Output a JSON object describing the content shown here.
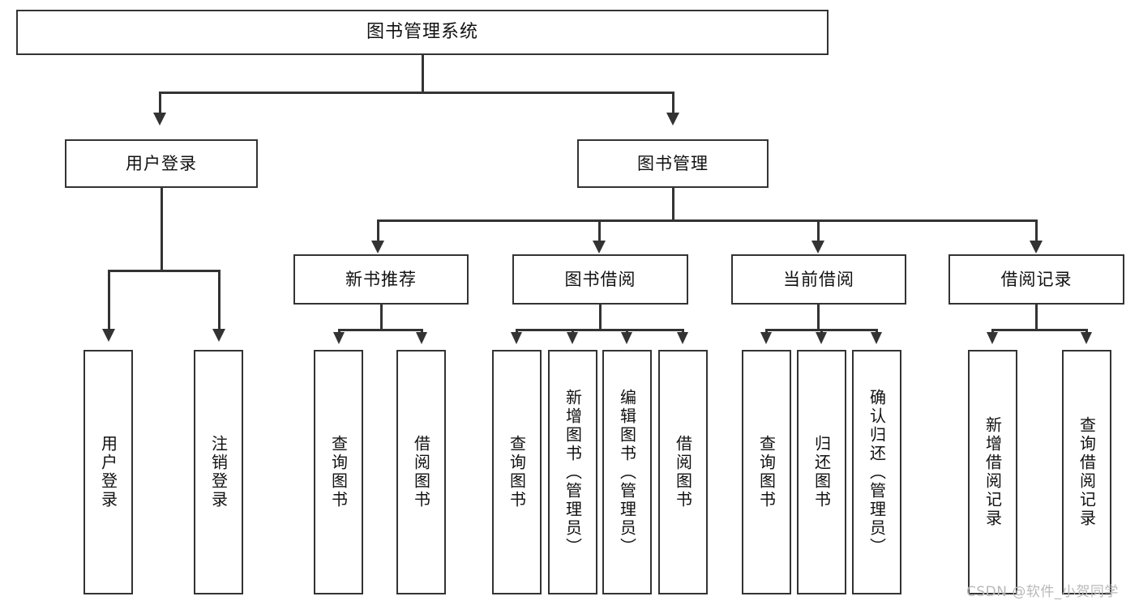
{
  "diagram": {
    "type": "tree",
    "title": "图书管理系统",
    "root": {
      "label": "图书管理系统"
    },
    "level2": [
      {
        "id": "user-login",
        "label": "用户登录"
      },
      {
        "id": "book-manage",
        "label": "图书管理"
      }
    ],
    "level3": [
      {
        "id": "new-book-recommend",
        "label": "新书推荐",
        "parent": "book-manage"
      },
      {
        "id": "book-borrow",
        "label": "图书借阅",
        "parent": "book-manage"
      },
      {
        "id": "current-borrow",
        "label": "当前借阅",
        "parent": "book-manage"
      },
      {
        "id": "borrow-record",
        "label": "借阅记录",
        "parent": "book-manage"
      }
    ],
    "leaves": {
      "user_login": [
        {
          "id": "leaf-user-login",
          "label": "用户登录"
        },
        {
          "id": "leaf-logout-login",
          "label": "注销登录"
        }
      ],
      "new_book_recommend": [
        {
          "id": "leaf-query-book-1",
          "label": "查询图书"
        },
        {
          "id": "leaf-borrow-book-1",
          "label": "借阅图书"
        }
      ],
      "book_borrow": [
        {
          "id": "leaf-query-book-2",
          "label": "查询图书"
        },
        {
          "id": "leaf-add-book",
          "label": "新增图书（管理员）"
        },
        {
          "id": "leaf-edit-book",
          "label": "编辑图书（管理员）"
        },
        {
          "id": "leaf-borrow-book-2",
          "label": "借阅图书"
        }
      ],
      "current_borrow": [
        {
          "id": "leaf-query-book-3",
          "label": "查询图书"
        },
        {
          "id": "leaf-return-book",
          "label": "归还图书"
        },
        {
          "id": "leaf-confirm-return",
          "label": "确认归还（管理员）"
        }
      ],
      "borrow_record": [
        {
          "id": "leaf-add-record",
          "label": "新增借阅记录"
        },
        {
          "id": "leaf-query-record",
          "label": "查询借阅记录"
        }
      ]
    },
    "colors": {
      "stroke": "#333333",
      "fill": "#ffffff",
      "text": "#111111",
      "watermark": "#b9b9b9"
    }
  },
  "watermark": {
    "text": "CSDN @软件_小贺同学"
  }
}
